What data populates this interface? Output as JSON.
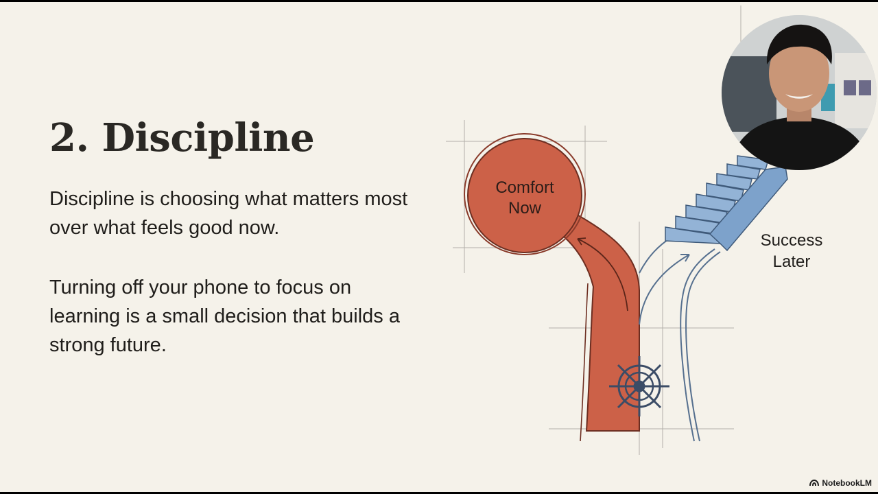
{
  "slide": {
    "title": "2. Discipline",
    "paragraphs": [
      "Discipline is choosing what matters most over what feels good now.",
      "Turning off your phone to focus on learning is a small decision that builds a strong future."
    ]
  },
  "illustration": {
    "left_label": [
      "Comfort",
      "Now"
    ],
    "right_label": [
      "Success",
      "Later"
    ],
    "icons": [
      "ship-wheel-icon",
      "staircase-icon",
      "arrow-icon"
    ]
  },
  "webcam": {
    "icon": "webcam-person"
  },
  "branding": {
    "name": "NotebookLM",
    "icon": "notebooklm-logo-icon"
  },
  "colors": {
    "background": "#f5f2ea",
    "comfort_path": "#cc6148",
    "stairs": "#93b3d6",
    "ink": "#2a2824"
  }
}
